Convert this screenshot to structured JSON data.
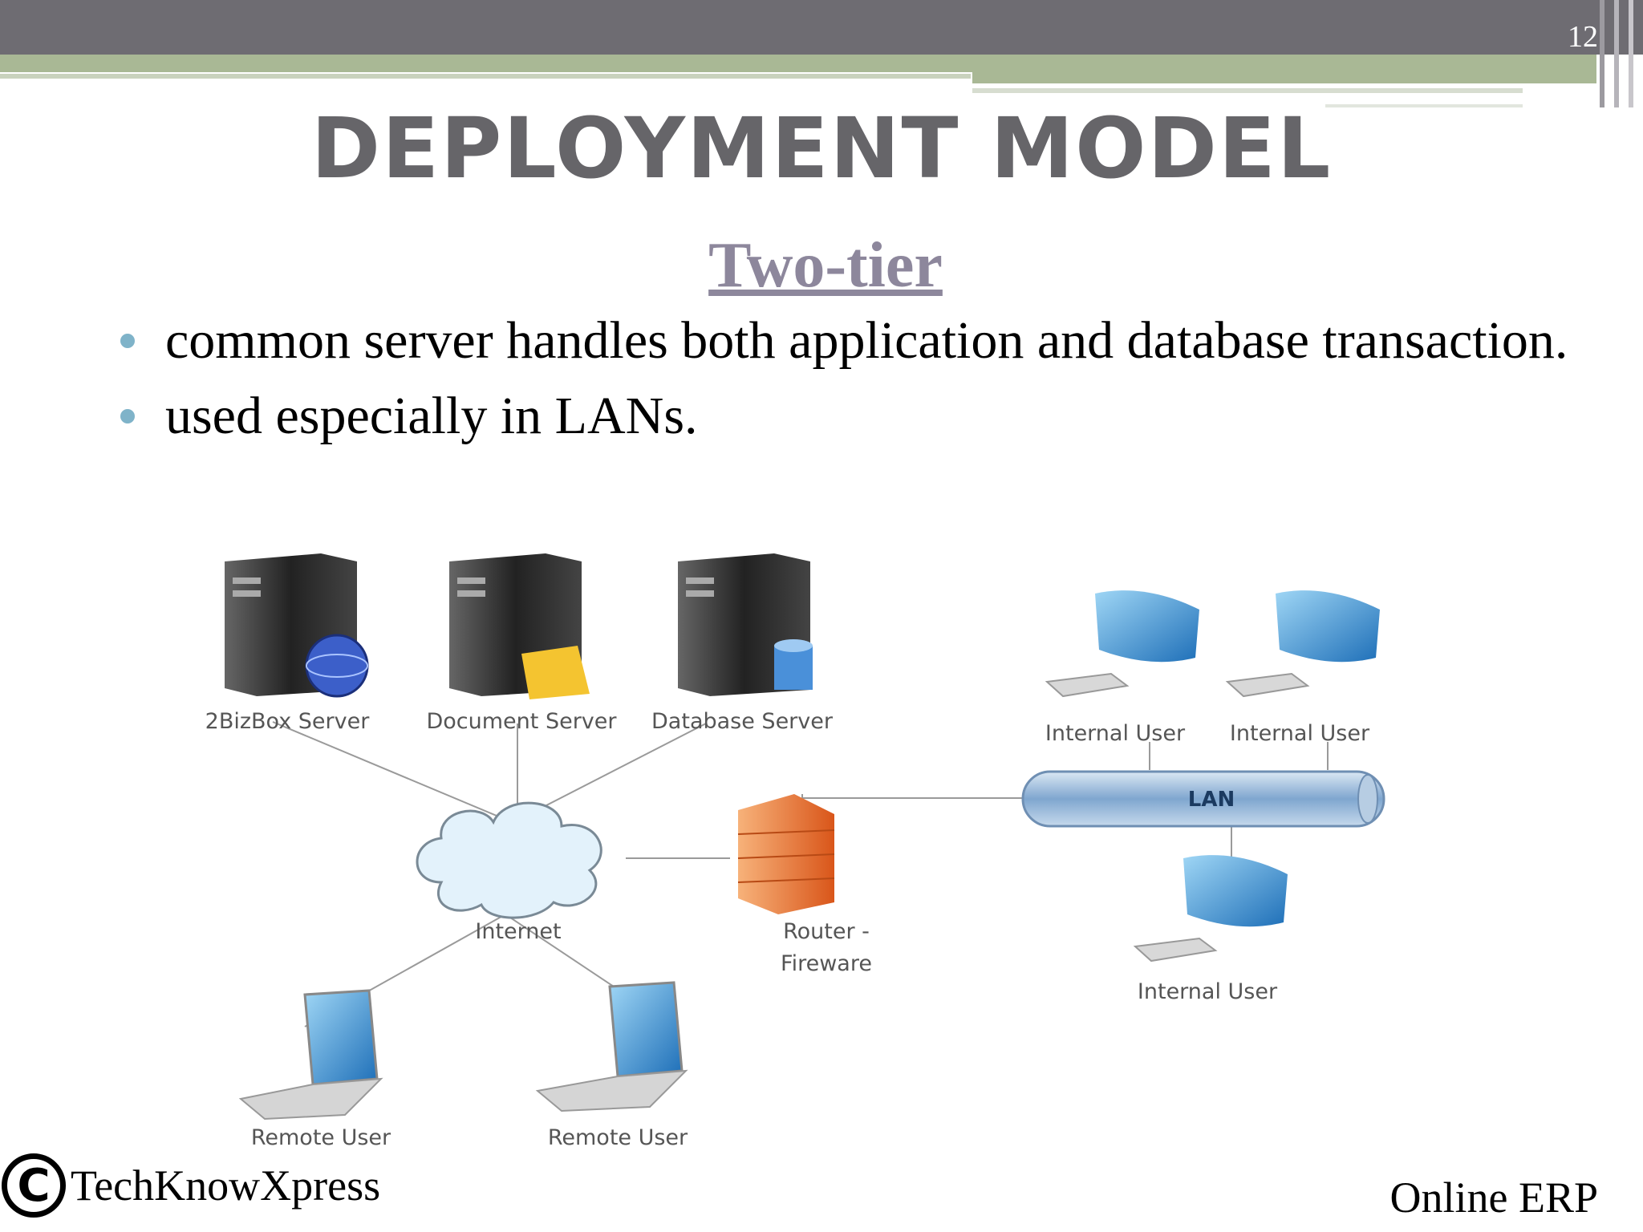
{
  "slide": {
    "number": "12",
    "title": "DEPLOYMENT MODEL",
    "subtitle": "Two-tier",
    "bullets": [
      "common server handles both application and database transaction.",
      "used especially in LANs."
    ]
  },
  "diagram": {
    "servers": [
      "2BizBox Server",
      "Document Server",
      "Database Server"
    ],
    "internet": "Internet",
    "router": [
      "Router -",
      "Fireware"
    ],
    "lan": "LAN",
    "internal_users": [
      "Internal User",
      "Internal User",
      "Internal User"
    ],
    "remote_users": [
      "Remote User",
      "Remote User"
    ]
  },
  "footer": {
    "copyright_symbol": "C",
    "left": "TechKnowXpress",
    "right": "Online ERP"
  },
  "colors": {
    "top_bar": "#6e6c72",
    "accent_green": "#a9b895",
    "title_gray": "#666569",
    "subtitle": "#8d879c",
    "bullet_dot": "#7fb3c9"
  }
}
